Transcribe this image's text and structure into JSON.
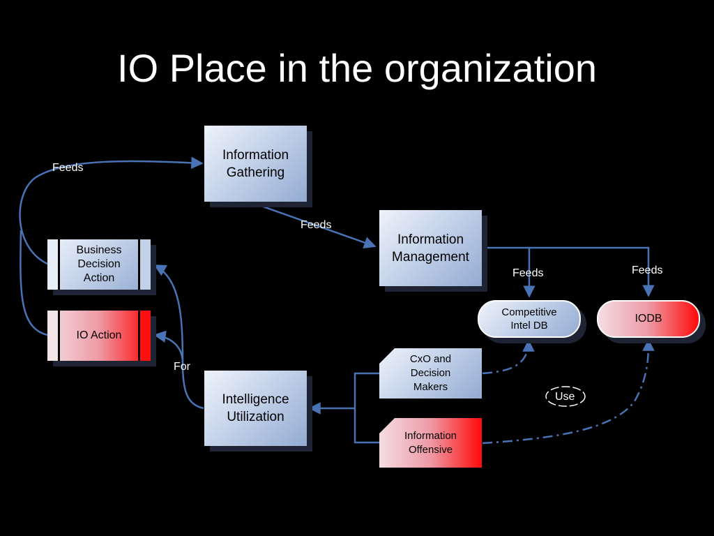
{
  "slide": {
    "title": "IO Place in the organization"
  },
  "nodes": {
    "info_gathering": "Information Gathering",
    "info_management": "Information Management",
    "business_decision_action": "Business Decision Action",
    "io_action": "IO Action",
    "competitive_intel_db": "Competitive Intel DB",
    "iodb": "IODB",
    "cxo_decision_makers": "CxO and Decision Makers",
    "information_offensive": "Information Offensive",
    "intelligence_utilization": "Intelligence Utilization"
  },
  "edge_labels": {
    "feeds_top_left": "Feeds",
    "feeds_gathering_to_mgmt": "Feeds",
    "feeds_mgmt_to_cidb": "Feeds",
    "feeds_mgmt_to_iodb": "Feeds",
    "for": "For",
    "use": "Use"
  },
  "colors": {
    "background": "#000000",
    "connector": "#4a73b5",
    "node_blue_light": "#eef3fb",
    "node_blue_dark": "#93abd2",
    "node_red": "#ff0a0a",
    "text_white": "#ffffff"
  }
}
